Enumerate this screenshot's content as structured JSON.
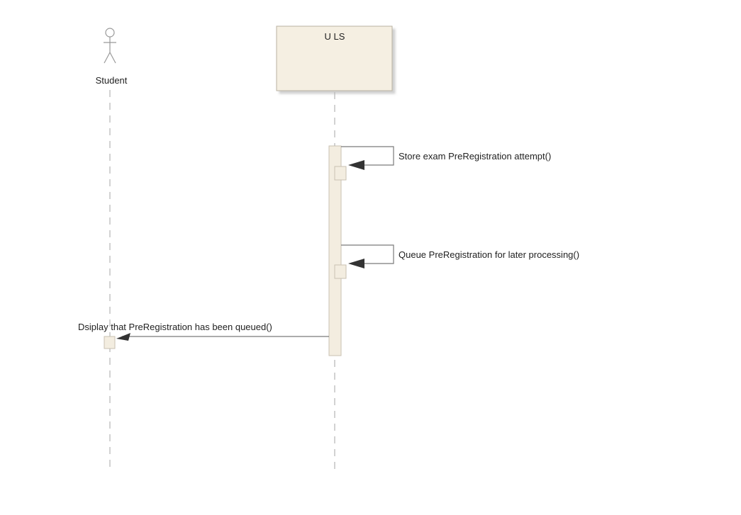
{
  "diagram": {
    "actor": {
      "name": "Student",
      "icon": "stick-figure-icon"
    },
    "lifeline": {
      "name": "U LS"
    },
    "messages": [
      {
        "label": "Store exam PreRegistration attempt()",
        "type": "self-call"
      },
      {
        "label": "Queue PreRegistration for later processing()",
        "type": "self-call"
      },
      {
        "label": "Dsiplay that PreRegistration has been queued()",
        "type": "call"
      }
    ],
    "colors": {
      "lifeline_box_fill": "#f5efe2",
      "lifeline_box_border": "#b9b2a2",
      "activation_fill": "#f3ede0",
      "activation_border": "#c9c1b2",
      "line": "#7a7a7a",
      "dashed_lifeline": "#b5b5b5",
      "arrowhead": "#333333"
    }
  }
}
